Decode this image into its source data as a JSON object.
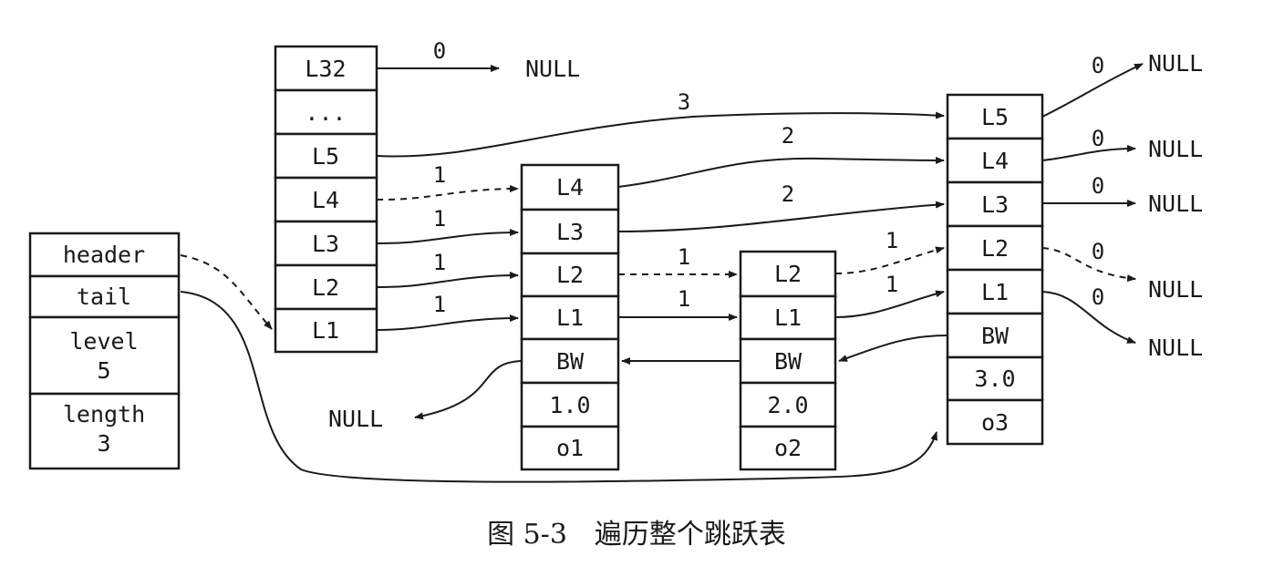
{
  "skiplist": {
    "header": "header",
    "tail": "tail",
    "level_label": "level",
    "level_value": "5",
    "length_label": "length",
    "length_value": "3"
  },
  "head_node": {
    "levels": [
      "L32",
      "...",
      "L5",
      "L4",
      "L3",
      "L2",
      "L1"
    ]
  },
  "node1": {
    "levels": [
      "L4",
      "L3",
      "L2",
      "L1"
    ],
    "backward": "BW",
    "score": "1.0",
    "obj": "o1"
  },
  "node2": {
    "levels": [
      "L2",
      "L1"
    ],
    "backward": "BW",
    "score": "2.0",
    "obj": "o2"
  },
  "node3": {
    "levels": [
      "L5",
      "L4",
      "L3",
      "L2",
      "L1"
    ],
    "backward": "BW",
    "score": "3.0",
    "obj": "o3"
  },
  "null_text": "NULL",
  "spans": {
    "l32": "0",
    "head_l5": "3",
    "head_l4": "1",
    "head_l3": "1",
    "head_l2": "1",
    "head_l1": "1",
    "n1_l4": "2",
    "n1_l3": "2",
    "n1_l2": "1",
    "n1_l1": "1",
    "n2_l2": "1",
    "n2_l1": "1",
    "n3_l5": "0",
    "n3_l4": "0",
    "n3_l3": "0",
    "n3_l2": "0",
    "n3_l1": "0"
  },
  "caption": "图 5-3　遍历整个跳跃表"
}
